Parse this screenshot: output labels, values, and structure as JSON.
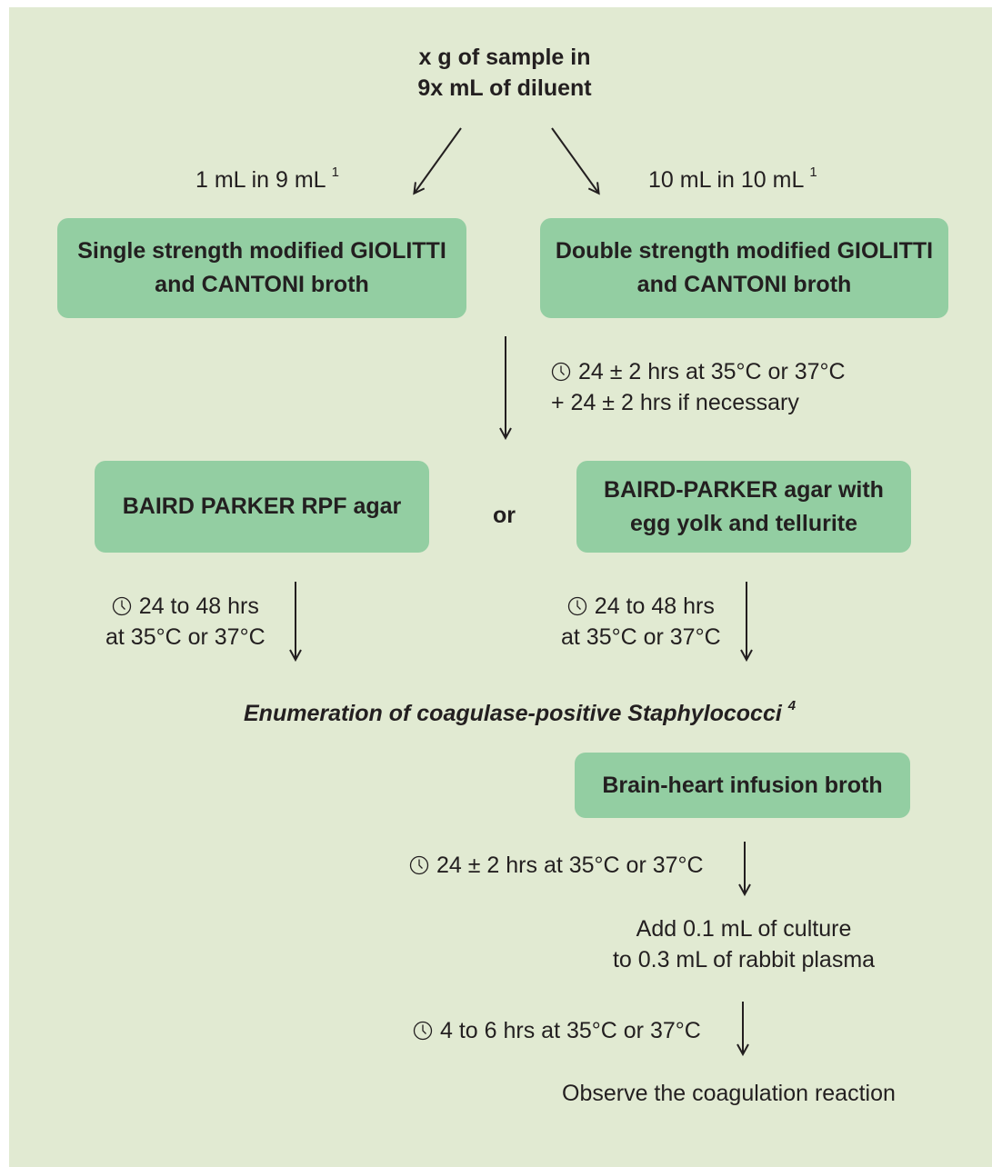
{
  "start": {
    "line1": "x g of sample in",
    "line2": "9x mL of diluent"
  },
  "branches": {
    "left_label": "1 mL in 9 mL",
    "left_footnote": "1",
    "right_label": "10 mL in 10 mL",
    "right_footnote": "1"
  },
  "broths": {
    "single_line1": "Single strength modified GIOLITTI",
    "single_line2": "and CANTONI broth",
    "double_line1": "Double strength modified GIOLITTI",
    "double_line2": "and CANTONI broth"
  },
  "incubation1": {
    "line1": "24 ± 2 hrs at 35°C or 37°C",
    "line2": "+ 24 ± 2 hrs if necessary"
  },
  "agars": {
    "rpf": "BAIRD PARKER RPF agar",
    "or": "or",
    "bp_line1": "BAIRD-PARKER agar with",
    "bp_line2": "egg yolk and tellurite"
  },
  "incubation2": {
    "left_line1": "24 to 48 hrs",
    "left_line2": "at 35°C or 37°C",
    "right_line1": "24 to 48 hrs",
    "right_line2": "at 35°C or 37°C"
  },
  "enumeration": {
    "text": "Enumeration of coagulase-positive Staphylococci",
    "footnote": "4"
  },
  "bhi": {
    "label": "Brain-heart infusion broth",
    "incubation": "24 ± 2 hrs at 35°C or 37°C"
  },
  "plasma": {
    "line1": "Add 0.1 mL of culture",
    "line2": "to 0.3 mL of rabbit plasma",
    "incubation": "4 to 6 hrs at 35°C or 37°C"
  },
  "final": {
    "text": "Observe the coagulation reaction"
  },
  "icons": {
    "clock": "clock-icon"
  },
  "colors": {
    "background": "#e1ead2",
    "box": "#93cea2",
    "text": "#231f20"
  }
}
